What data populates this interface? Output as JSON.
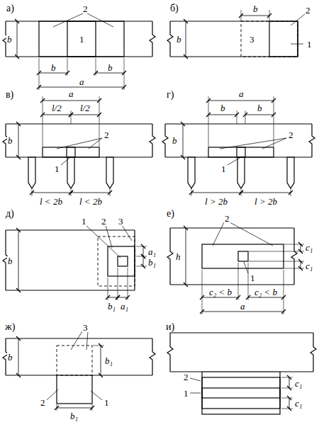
{
  "diagram": {
    "labels": [
      "а)",
      "2",
      "b",
      "1",
      "b",
      "b",
      "a",
      "б)",
      "b",
      "b",
      "2",
      "3",
      "1",
      "в)",
      "a",
      "l/2",
      "l/2",
      "b",
      "2",
      "1",
      "l < 2b",
      "l < 2b",
      "г)",
      "a",
      "b",
      "b",
      "2",
      "b",
      "1",
      "l > 2b",
      "l > 2b",
      "д)",
      "1",
      "2",
      "3",
      "a₁",
      "b",
      "b₁",
      "a₁",
      "b₁",
      "е)",
      "2",
      "1",
      "h",
      "c₁",
      "c₁",
      "c₂ < b",
      "c₂ < b",
      "a",
      "ж)",
      "3",
      "b",
      "b₁",
      "2",
      "b₁",
      "1",
      "и)",
      "1",
      "2",
      "c₁",
      "c₁"
    ]
  }
}
